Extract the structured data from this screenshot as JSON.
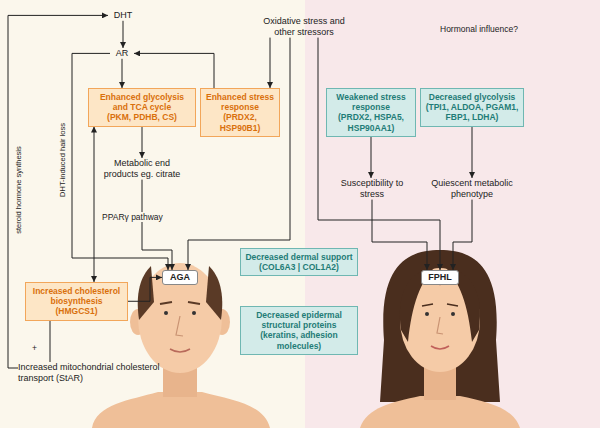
{
  "diagram": {
    "nodes": [
      {
        "text": [
          "DHT"
        ]
      },
      {
        "text": [
          "AR"
        ]
      },
      {
        "text": [
          "Oxidative stress and other stressors"
        ]
      },
      {
        "text": [
          "Enhanced glycolysis and TCA cycle",
          "(PKM, PDHB, CS)"
        ]
      },
      {
        "text": [
          "Enhanced stress response",
          "(PRDX2, HSP90B1)"
        ]
      },
      {
        "text": [
          "Metabolic end products eg. citrate"
        ]
      },
      {
        "text": [
          "Increased cholesterol biosynthesis",
          "(HMGCS1)"
        ]
      },
      {
        "text": [
          "Increased mitochondrial cholesterol transport (StAR)"
        ]
      },
      {
        "text": [
          "AGA"
        ]
      },
      {
        "text": [
          "Weakened stress response",
          "(PRDX2, HSPA5, HSP90AA1)"
        ]
      },
      {
        "text": [
          "Decreased glycolysis",
          "(TPI1, ALDOA, PGAM1, FBP1, LDHA)"
        ]
      },
      {
        "text": [
          "Susceptibility to stress"
        ]
      },
      {
        "text": [
          "Quiescent metabolic phenotype"
        ]
      },
      {
        "text": [
          "FPHL"
        ]
      },
      {
        "text": [
          "Decreased dermal support",
          "(COL6A3 | COL1A2)"
        ]
      },
      {
        "text": [
          "Decreased epidermal structural proteins",
          "(keratins, adhesion molecules)"
        ]
      }
    ],
    "edges": [
      {
        "from": 0,
        "to": 1,
        "arrow": "to"
      },
      {
        "from": 1,
        "to": 3,
        "arrow": "to"
      },
      {
        "from": 4,
        "to": 1,
        "arrow": "to"
      },
      {
        "from": 2,
        "to": 4,
        "arrow": "to"
      },
      {
        "from": 2,
        "to": 8,
        "arrow": "to"
      },
      {
        "from": 2,
        "to": 13,
        "arrow": "to"
      },
      {
        "from": 9,
        "to": 11,
        "arrow": "to"
      },
      {
        "from": 11,
        "to": 13,
        "arrow": "to"
      },
      {
        "from": 10,
        "to": 12,
        "arrow": "to"
      },
      {
        "from": 12,
        "to": 13,
        "arrow": "to"
      },
      {
        "from": 3,
        "to": 5,
        "arrow": "to"
      },
      {
        "from": 5,
        "to": 8,
        "arrow": "to"
      },
      {
        "from": 3,
        "to": 6,
        "arrow": "both"
      },
      {
        "from": 6,
        "to": 8,
        "arrow": "to"
      },
      {
        "from": 7,
        "to": 6,
        "arrow": "none"
      },
      {
        "from": 7,
        "to": 0,
        "arrow": "to"
      },
      {
        "from": 1,
        "to": 8,
        "arrow": "to"
      }
    ],
    "labels": [
      "Hormonal influence?",
      "steroid hormone synthesis",
      "DHT-induced hair loss",
      "PPARγ pathway",
      "+"
    ]
  }
}
